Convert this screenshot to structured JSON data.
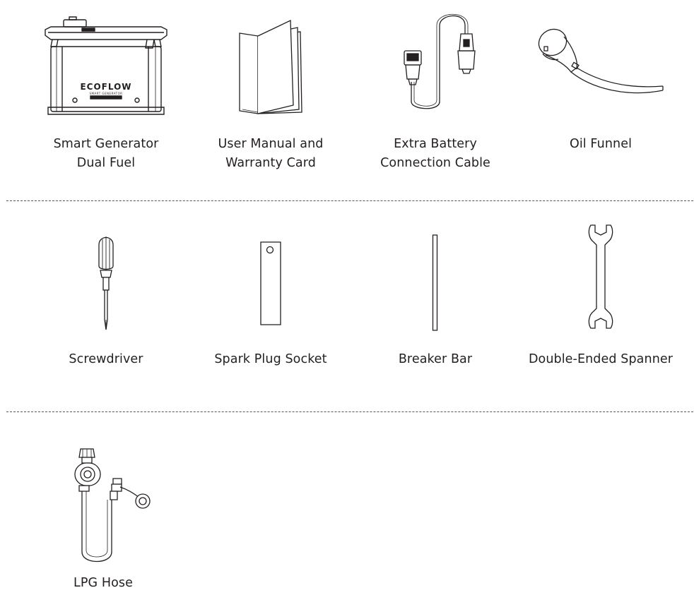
{
  "items": [
    {
      "line1": "Smart Generator",
      "line2": "Dual Fuel"
    },
    {
      "line1": "User Manual and",
      "line2": "Warranty Card"
    },
    {
      "line1": "Extra Battery",
      "line2": "Connection Cable"
    },
    {
      "line1": "Oil Funnel"
    },
    {
      "line1": "Screwdriver"
    },
    {
      "line1": "Spark Plug Socket"
    },
    {
      "line1": "Breaker Bar"
    },
    {
      "line1": "Double-Ended Spanner"
    },
    {
      "line1": "LPG Hose"
    }
  ],
  "generator": {
    "brand": "ECOFLOW",
    "model": "SMART GENERATOR"
  }
}
